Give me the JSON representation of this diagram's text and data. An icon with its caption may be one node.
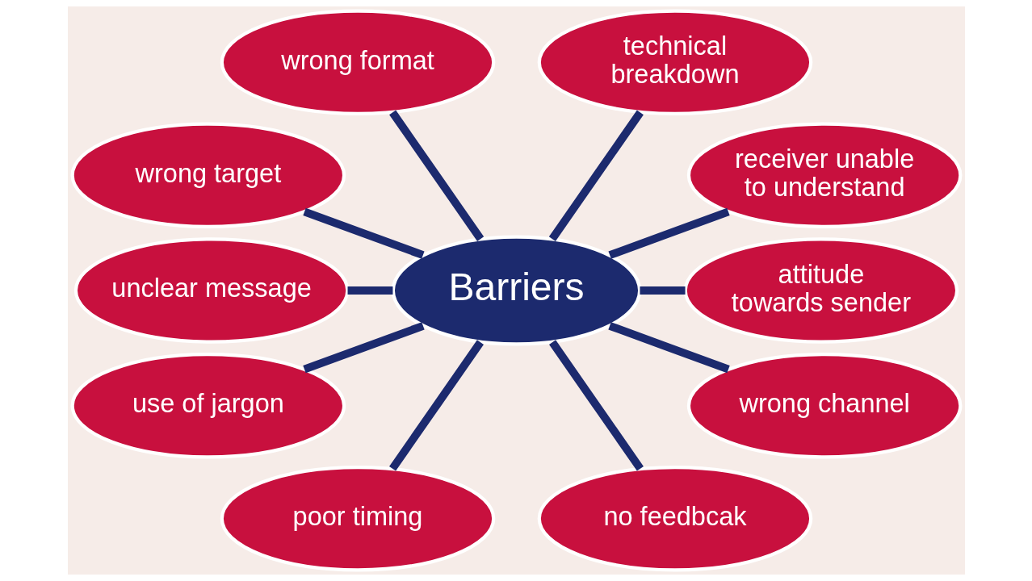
{
  "diagram": {
    "nodes": [
      {
        "text": [
          "wrong format"
        ]
      },
      {
        "text": [
          "technical breakdown"
        ]
      },
      {
        "text": [
          "wrong target"
        ]
      },
      {
        "text": [
          "receiver unable to understand"
        ]
      },
      {
        "text": [
          "unclear message"
        ]
      },
      {
        "text": [
          "Barriers"
        ]
      },
      {
        "text": [
          "attitude towards sender"
        ]
      },
      {
        "text": [
          "use of jargon"
        ]
      },
      {
        "text": [
          "wrong channel"
        ]
      },
      {
        "text": [
          "poor timing"
        ]
      },
      {
        "text": [
          "no feedbcak"
        ]
      }
    ],
    "edges": [
      {
        "from": 0,
        "to": 5,
        "arrow": "none"
      },
      {
        "from": 1,
        "to": 5,
        "arrow": "none"
      },
      {
        "from": 2,
        "to": 5,
        "arrow": "none"
      },
      {
        "from": 3,
        "to": 5,
        "arrow": "none"
      },
      {
        "from": 4,
        "to": 5,
        "arrow": "none"
      },
      {
        "from": 5,
        "to": 6,
        "arrow": "none"
      },
      {
        "from": 5,
        "to": 7,
        "arrow": "none"
      },
      {
        "from": 5,
        "to": 9,
        "arrow": "none"
      },
      {
        "from": 5,
        "to": 10,
        "arrow": "none"
      },
      {
        "from": 5,
        "to": 8,
        "arrow": "none"
      }
    ]
  }
}
